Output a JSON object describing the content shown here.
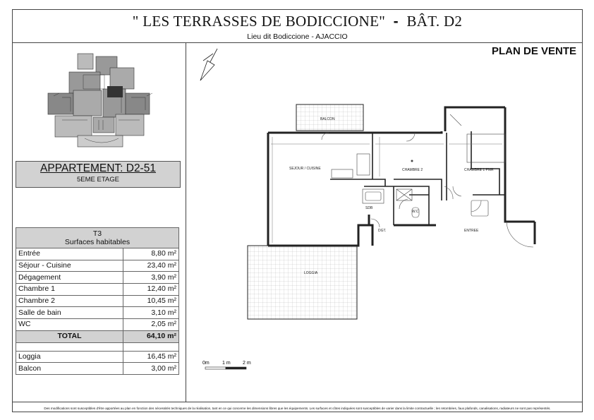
{
  "header": {
    "title": "\" LES TERRASSES DE BODICCIONE\"",
    "dash": "-",
    "building": "BÂT. D2",
    "location": "Lieu dit Bodiccione - AJACCIO"
  },
  "plan_label": "PLAN DE VENTE",
  "apartment": {
    "name": "APPARTEMENT: D2-51",
    "floor": "5EME ETAGE"
  },
  "surfaces": {
    "type": "T3",
    "heading": "Surfaces habitables",
    "rows": [
      {
        "label": "Entrée",
        "value": "8,80 m²"
      },
      {
        "label": "Séjour - Cuisine",
        "value": "23,40 m²"
      },
      {
        "label": "Dégagement",
        "value": "3,90 m²"
      },
      {
        "label": "Chambre 1",
        "value": "12,40 m²"
      },
      {
        "label": "Chambre 2",
        "value": "10,45 m²"
      },
      {
        "label": "Salle de bain",
        "value": "3,10 m²"
      },
      {
        "label": "WC",
        "value": "2,05 m²"
      }
    ],
    "total_label": "TOTAL",
    "total_value": "64,10 m²",
    "extras": [
      {
        "label": "Loggia",
        "value": "16,45 m²"
      },
      {
        "label": "Balcon",
        "value": "3,00 m²"
      }
    ]
  },
  "rooms": {
    "balcon": "BALCON",
    "sejour": "SEJOUR / CUISINE",
    "chambre2": "CHAMBRE 2",
    "chambre1": "CHAMBRE 1 PMR",
    "sdb": "SDB",
    "wc": "W.C",
    "dgt": "DGT.",
    "entree": "ENTREE",
    "loggia": "LOGGIA"
  },
  "scale": {
    "marks": [
      "0m",
      "1 m",
      "2 m"
    ]
  },
  "footer": "Des modifications sont susceptibles d'être apportées au plan en fonction des nécessités techniques de la réalisation, tant en ce qui concerne les dimensions libres que les équipements. Les surfaces et côtes indiquées sont susceptibles de varier dans la limite contractuelle ; les retombées, faux plafonds, canalisations, radiateurs ne sont pas représentés.",
  "colors": {
    "frame": "#444444",
    "box_fill": "#d2d2d2",
    "wall": "#222222"
  }
}
